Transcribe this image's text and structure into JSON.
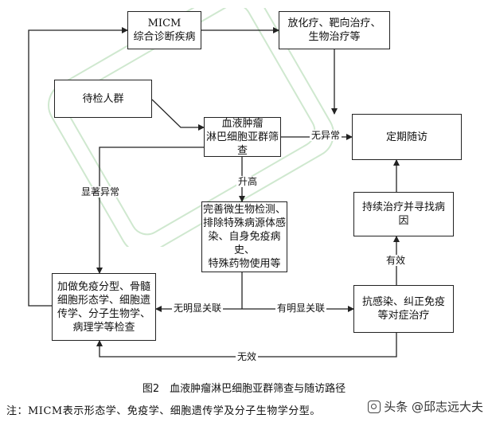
{
  "nodes": {
    "micm": "MICM\n综合诊断疾病",
    "therapy": "放化疗、靶向治疗、\n生物治疗等",
    "population": "待检人群",
    "screening": "血液肿瘤\n淋巴细胞亚群筛查",
    "followup": "定期随访",
    "persistent": "持续治疗并寻找病\n因",
    "microbe": "完善微生物检测、\n排除特殊病源体感\n染、自身免疫病史、\n特殊药物使用等",
    "workup": "加做免疫分型、骨髓\n细胞形态学、细胞遗\n传学、分子生物学、\n病理学等检查",
    "anti_infection": "抗感染、纠正免疫\n等对症治疗"
  },
  "edge_labels": {
    "normal": "无异常",
    "elevated": "升高",
    "significant_abnormal": "显著异常",
    "no_association": "无明显关联",
    "has_association": "有明显关联",
    "effective": "有效",
    "ineffective": "无效"
  },
  "caption": "图2　血液肿瘤淋巴细胞亚群筛查与随访路径",
  "footnote": "注：MICM表示形态学、免疫学、细胞遗传学及分子生物学分型。",
  "watermark": "头条 @邱志远大夫"
}
